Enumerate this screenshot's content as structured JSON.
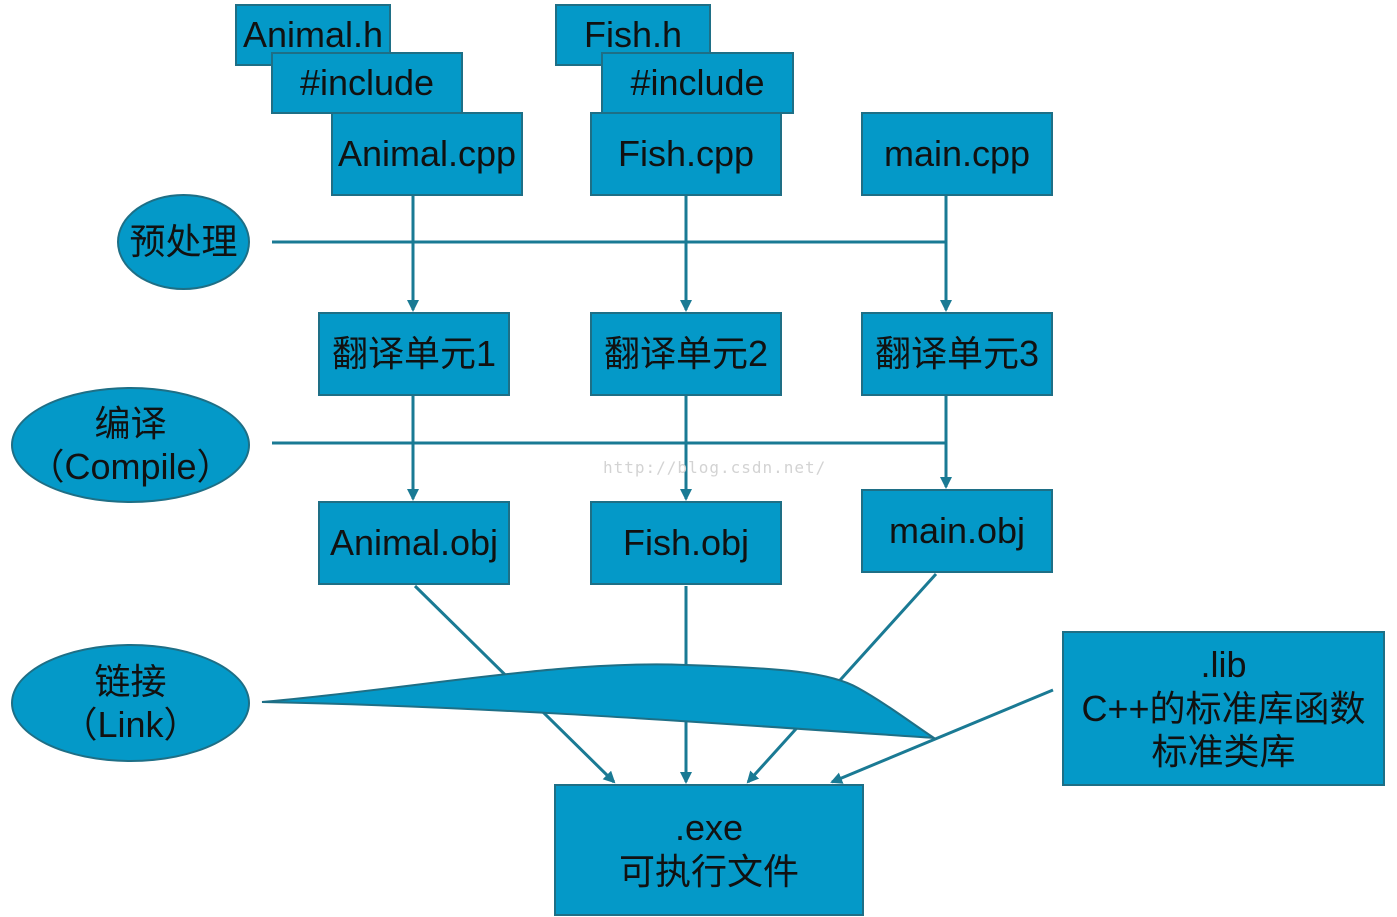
{
  "headers": [
    {
      "id": "animal-h",
      "label": "Animal.h"
    },
    {
      "id": "fish-h",
      "label": "Fish.h"
    }
  ],
  "includes": [
    {
      "id": "include-animal",
      "label": "#include"
    },
    {
      "id": "include-fish",
      "label": "#include"
    }
  ],
  "sources": [
    {
      "id": "animal-cpp",
      "label": "Animal.cpp"
    },
    {
      "id": "fish-cpp",
      "label": "Fish.cpp"
    },
    {
      "id": "main-cpp",
      "label": "main.cpp"
    }
  ],
  "units": [
    {
      "id": "unit-1",
      "label": "翻译单元1"
    },
    {
      "id": "unit-2",
      "label": "翻译单元2"
    },
    {
      "id": "unit-3",
      "label": "翻译单元3"
    }
  ],
  "objects": [
    {
      "id": "animal-obj",
      "label": "Animal.obj"
    },
    {
      "id": "fish-obj",
      "label": "Fish.obj"
    },
    {
      "id": "main-obj",
      "label": "main.obj"
    }
  ],
  "stages": {
    "preprocess": {
      "line1": "预处理"
    },
    "compile": {
      "line1": "编译",
      "line2": "（Compile）"
    },
    "link": {
      "line1": "链接",
      "line2": "（Link）"
    }
  },
  "library": {
    "line1": ".lib",
    "line2": "C++的标准库函数",
    "line3": "标准类库"
  },
  "executable": {
    "line1": ".exe",
    "line2": "可执行文件"
  },
  "watermark": "http://blog.csdn.net/",
  "colors": {
    "box_fill": "#0499C8",
    "box_border": "#1E6F86",
    "line": "#1A7A94"
  }
}
